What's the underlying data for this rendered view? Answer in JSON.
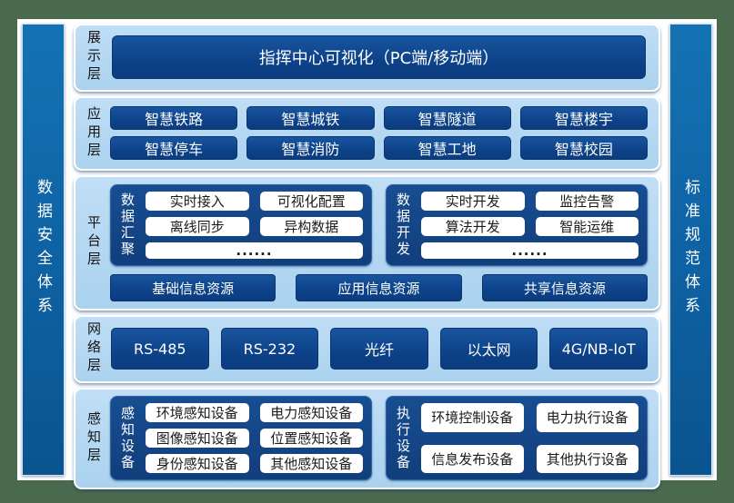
{
  "sidebars": {
    "left": "数据安全体系",
    "right": "标准规范体系"
  },
  "presentation_layer": {
    "label": "展示层",
    "title": "指挥中心可视化（PC端/移动端）"
  },
  "application_layer": {
    "label": "应用层",
    "items": [
      "智慧铁路",
      "智慧城铁",
      "智慧隧道",
      "智慧楼宇",
      "智慧停车",
      "智慧消防",
      "智慧工地",
      "智慧校园"
    ]
  },
  "platform_layer": {
    "label": "平台层",
    "groups": [
      {
        "name": "数据汇聚",
        "items": [
          "实时接入",
          "可视化配置",
          "离线同步",
          "异构数据"
        ],
        "more": "......"
      },
      {
        "name": "数据开发",
        "items": [
          "实时开发",
          "监控告警",
          "算法开发",
          "智能运维"
        ],
        "more": "......"
      }
    ],
    "resources": [
      "基础信息资源",
      "应用信息资源",
      "共享信息资源"
    ]
  },
  "network_layer": {
    "label": "网络层",
    "items": [
      "RS-485",
      "RS-232",
      "光纤",
      "以太网",
      "4G/NB-IoT"
    ]
  },
  "perception_layer": {
    "label": "感知层",
    "groups": [
      {
        "name": "感知设备",
        "items": [
          "环境感知设备",
          "电力感知设备",
          "图像感知设备",
          "位置感知设备",
          "身份感知设备",
          "其他感知设备"
        ]
      },
      {
        "name": "执行设备",
        "items": [
          "环境控制设备",
          "电力执行设备",
          "信息发布设备",
          "其他执行设备"
        ]
      }
    ]
  },
  "colors": {
    "frame_green": "#4a6a4e",
    "panel_light_blue": "#aed5f0",
    "navy_button": "#0d4289",
    "navy_container": "#123f7c",
    "sidebar_blue": "#0f64a6",
    "white_box": "#ffffff"
  }
}
